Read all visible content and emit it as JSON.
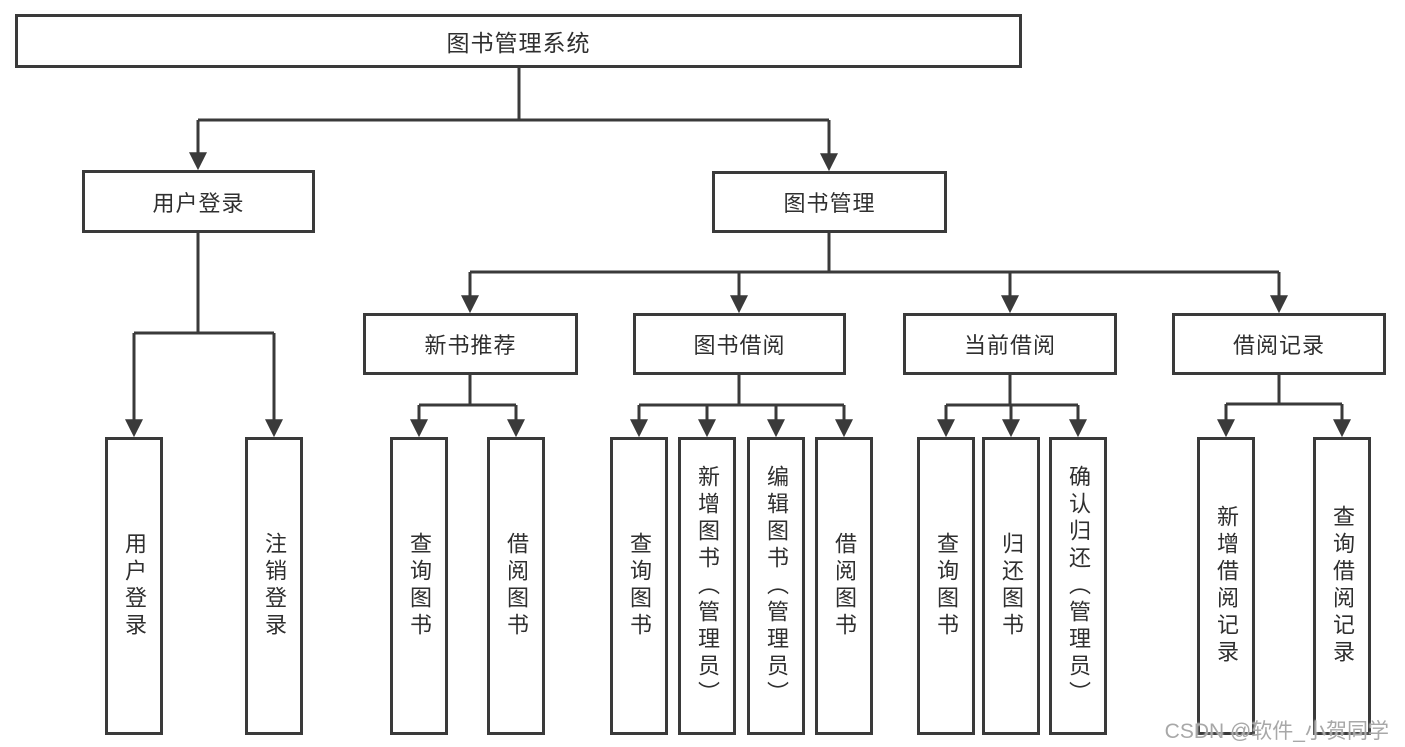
{
  "colors": {
    "line": "#3a3a3a",
    "text": "#2f2f2f",
    "box-bg": "#ffffff",
    "page-bg": "#ffffff",
    "watermark": "#a8a8a8"
  },
  "watermark": "CSDN @软件_小贺同学",
  "tree": {
    "label": "图书管理系统",
    "children": [
      {
        "label": "用户登录",
        "children": [
          {
            "label": "用户登录"
          },
          {
            "label": "注销登录"
          }
        ]
      },
      {
        "label": "图书管理",
        "children": [
          {
            "label": "新书推荐",
            "children": [
              {
                "label": "查询图书"
              },
              {
                "label": "借阅图书"
              }
            ]
          },
          {
            "label": "图书借阅",
            "children": [
              {
                "label": "查询图书"
              },
              {
                "label": "新增图书（管理员）"
              },
              {
                "label": "编辑图书（管理员）"
              },
              {
                "label": "借阅图书"
              }
            ]
          },
          {
            "label": "当前借阅",
            "children": [
              {
                "label": "查询图书"
              },
              {
                "label": "归还图书"
              },
              {
                "label": "确认归还（管理员）"
              }
            ]
          },
          {
            "label": "借阅记录",
            "children": [
              {
                "label": "新增借阅记录"
              },
              {
                "label": "查询借阅记录"
              }
            ]
          }
        ]
      }
    ]
  }
}
